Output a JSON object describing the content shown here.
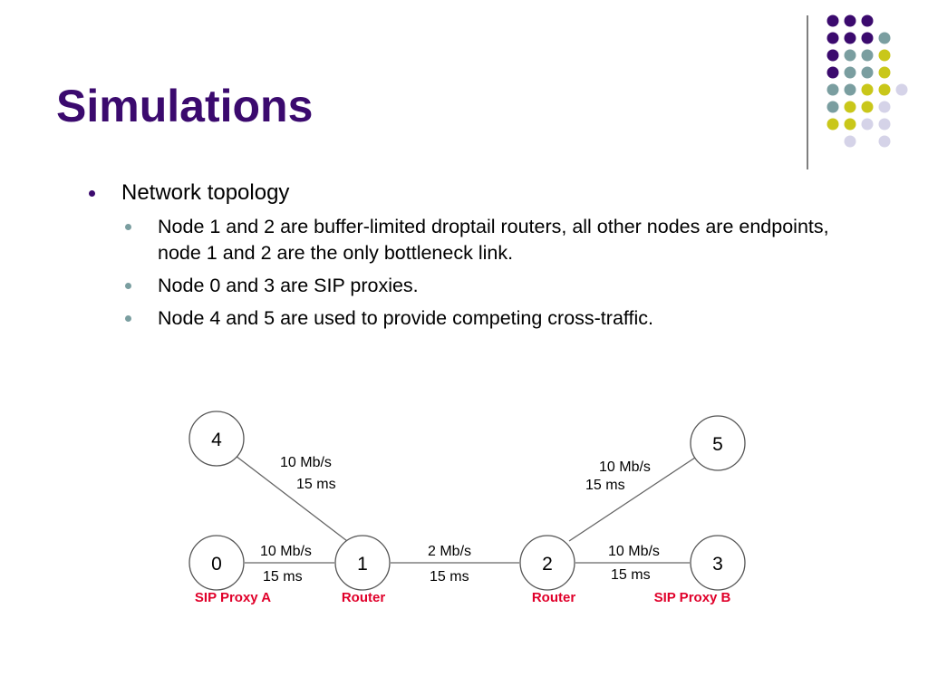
{
  "slide": {
    "title": "Simulations",
    "colors": {
      "title": "#3b0a6e",
      "label_red": "#e0002a",
      "dot_purple": "#3b0a6e",
      "dot_teal": "#7a9ea0",
      "dot_yellow": "#c9c71a",
      "dot_lavender": "#d5d3e8"
    }
  },
  "bullets": [
    {
      "text": "Network topology",
      "sub": [
        {
          "text": "Node 1 and 2 are buffer-limited droptail routers, all other nodes are endpoints, node 1 and 2 are the only bottleneck link."
        },
        {
          "text": "Node 0 and 3 are SIP proxies."
        },
        {
          "text": "Node 4 and 5 are used to provide competing cross-traffic."
        }
      ]
    }
  ],
  "diagram": {
    "nodes": [
      {
        "id": "4",
        "label": "4"
      },
      {
        "id": "5",
        "label": "5"
      },
      {
        "id": "0",
        "label": "0"
      },
      {
        "id": "1",
        "label": "1"
      },
      {
        "id": "2",
        "label": "2"
      },
      {
        "id": "3",
        "label": "3"
      }
    ],
    "links": [
      {
        "from": "4",
        "to": "1",
        "bandwidth": "10 Mb/s",
        "delay": "15 ms"
      },
      {
        "from": "5",
        "to": "2",
        "bandwidth": "10 Mb/s",
        "delay": "15 ms"
      },
      {
        "from": "0",
        "to": "1",
        "bandwidth": "10 Mb/s",
        "delay": "15 ms"
      },
      {
        "from": "1",
        "to": "2",
        "bandwidth": "2 Mb/s",
        "delay": "15 ms"
      },
      {
        "from": "2",
        "to": "3",
        "bandwidth": "10 Mb/s",
        "delay": "15 ms"
      }
    ],
    "roles": [
      {
        "node": "0",
        "label": "SIP Proxy A"
      },
      {
        "node": "1",
        "label": "Router"
      },
      {
        "node": "2",
        "label": "Router"
      },
      {
        "node": "3",
        "label": "SIP Proxy B"
      }
    ]
  }
}
